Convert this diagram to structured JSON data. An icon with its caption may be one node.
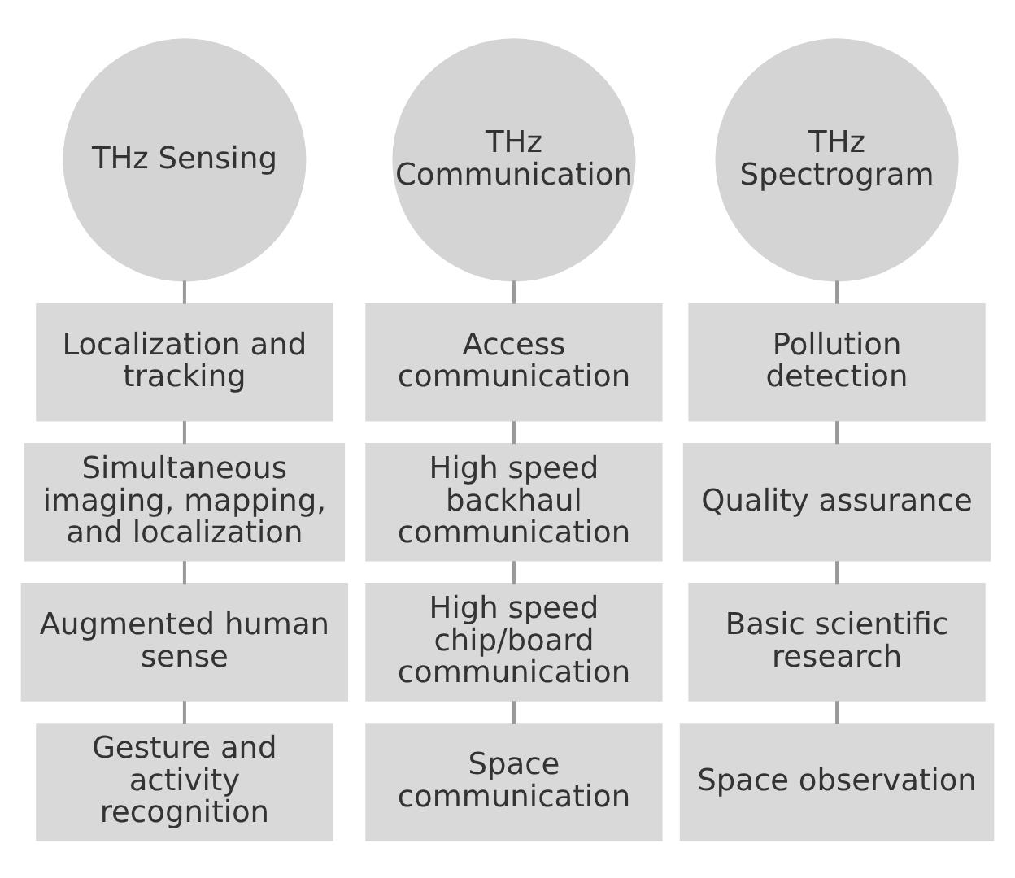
{
  "diagram": {
    "nodes": [
      {
        "text": [
          "THz Sensing"
        ]
      },
      {
        "text": [
          "Localization and tracking"
        ]
      },
      {
        "text": [
          "Simultaneous imaging, mapping, and localization"
        ]
      },
      {
        "text": [
          "Augmented human sense"
        ]
      },
      {
        "text": [
          "Gesture and activity recognition"
        ]
      },
      {
        "text": [
          "THz Communication"
        ]
      },
      {
        "text": [
          "Access communication"
        ]
      },
      {
        "text": [
          "High speed backhaul communication"
        ]
      },
      {
        "text": [
          "High speed chip/board communication"
        ]
      },
      {
        "text": [
          "Space communication"
        ]
      },
      {
        "text": [
          "THz Spectrogram"
        ]
      },
      {
        "text": [
          "Pollution detection"
        ]
      },
      {
        "text": [
          "Quality assurance"
        ]
      },
      {
        "text": [
          "Basic scientific research"
        ]
      },
      {
        "text": [
          "Space observation"
        ]
      }
    ],
    "edges": [
      {
        "from": 0,
        "to": 1,
        "arrow": "none"
      },
      {
        "from": 1,
        "to": 2,
        "arrow": "none"
      },
      {
        "from": 2,
        "to": 3,
        "arrow": "none"
      },
      {
        "from": 3,
        "to": 4,
        "arrow": "none"
      },
      {
        "from": 5,
        "to": 6,
        "arrow": "none"
      },
      {
        "from": 6,
        "to": 7,
        "arrow": "none"
      },
      {
        "from": 7,
        "to": 8,
        "arrow": "none"
      },
      {
        "from": 8,
        "to": 9,
        "arrow": "none"
      },
      {
        "from": 10,
        "to": 11,
        "arrow": "none"
      },
      {
        "from": 11,
        "to": 12,
        "arrow": "none"
      },
      {
        "from": 12,
        "to": 13,
        "arrow": "none"
      },
      {
        "from": 13,
        "to": 14,
        "arrow": "none"
      }
    ]
  }
}
